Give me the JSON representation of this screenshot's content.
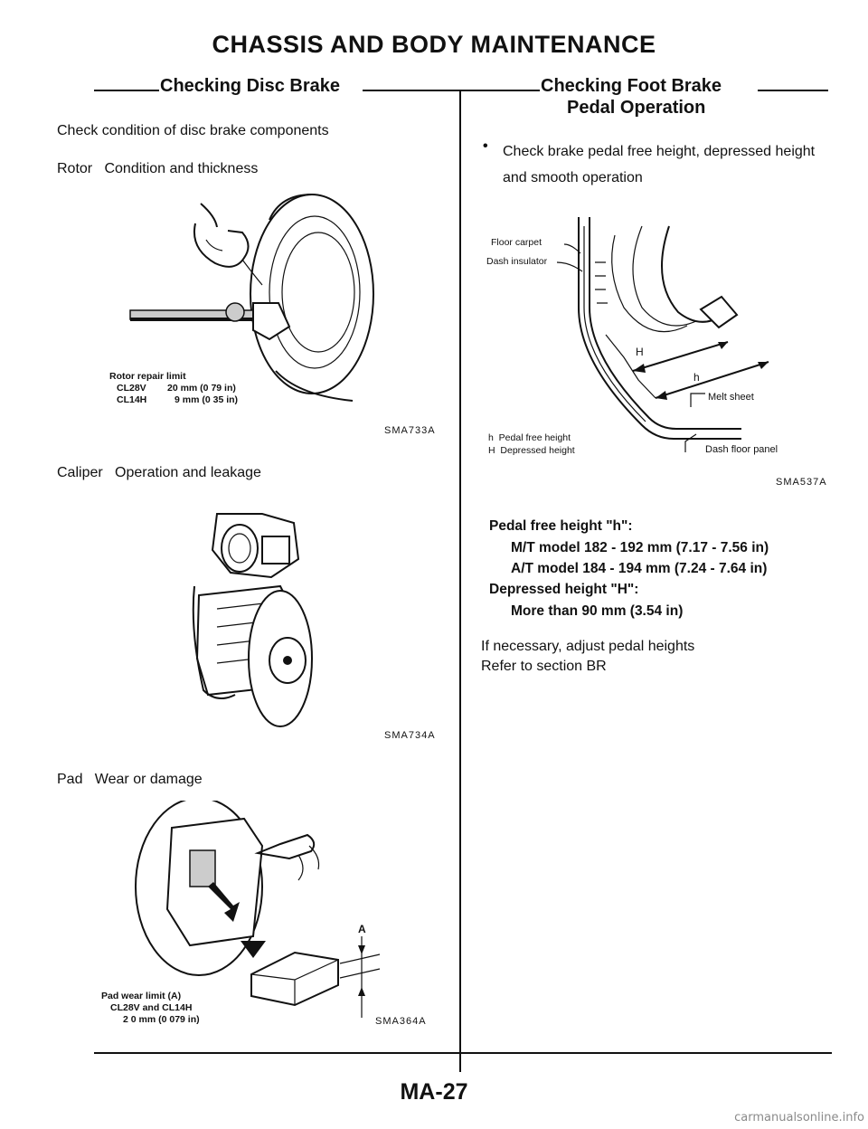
{
  "page": {
    "title": "CHASSIS AND BODY MAINTENANCE",
    "page_number": "MA-27",
    "watermark": "carmanualsonline.info"
  },
  "left": {
    "heading": "Checking Disc Brake",
    "intro": "Check condition of disc brake components",
    "rotor": {
      "line": "Rotor   Condition and thickness",
      "label_title": "Rotor repair limit",
      "label_rows": [
        {
          "model": "CL28V",
          "value": "20 mm (0 79 in)"
        },
        {
          "model": "CL14H",
          "value": "9 mm (0 35 in)"
        }
      ],
      "code": "SMA733A",
      "icon": "rotor-measurement-illustration"
    },
    "caliper": {
      "line": "Caliper   Operation and leakage",
      "code": "SMA734A",
      "icon": "caliper-illustration"
    },
    "pad": {
      "line": "Pad   Wear or damage",
      "label_title": "Pad wear limit (A)",
      "label_line2": "CL28V and CL14H",
      "label_line3": "2 0 mm (0 079 in)",
      "marker": "A",
      "code": "SMA364A",
      "icon": "pad-wear-illustration"
    }
  },
  "right": {
    "heading": "Checking Foot Brake",
    "subheading": "Pedal Operation",
    "bullet": "Check brake pedal free height, depressed height and smooth operation",
    "figure": {
      "labels": {
        "floor_carpet": "Floor carpet",
        "dash_insulator": "Dash insulator",
        "melt_sheet": "Melt sheet",
        "dash_floor_panel": "Dash floor panel",
        "h_mark": "h",
        "H_mark": "H",
        "legend_h": "h  Pedal free height",
        "legend_H": "H  Depressed height"
      },
      "code": "SMA537A",
      "icon": "pedal-height-illustration"
    },
    "specs": {
      "free_height_label": "Pedal free height \"h\":",
      "mt": "M/T model 182 - 192 mm (7.17 - 7.56 in)",
      "at": "A/T model 184 - 194 mm (7.24 - 7.64 in)",
      "depressed_label": "Depressed height \"H\":",
      "depressed_value": "More than 90 mm (3.54 in)"
    },
    "note1": "If necessary, adjust pedal heights",
    "note2": "Refer to section BR"
  }
}
